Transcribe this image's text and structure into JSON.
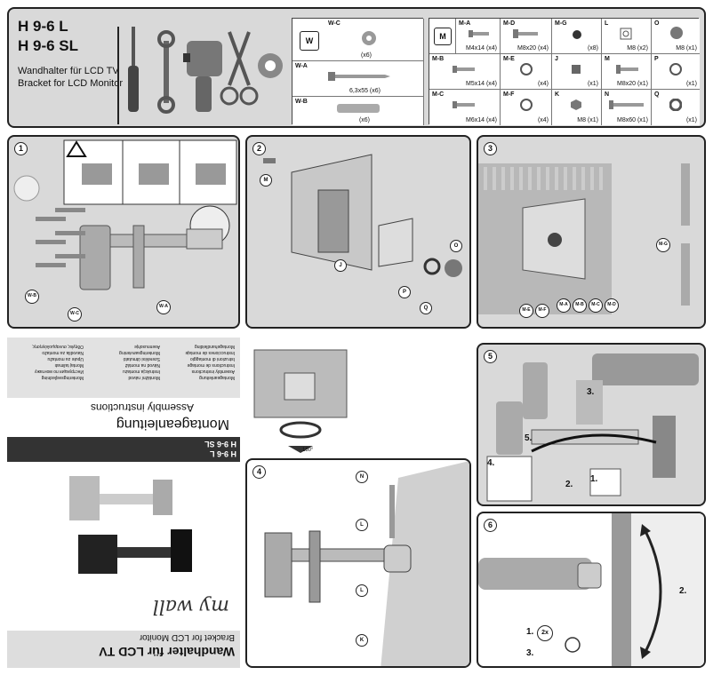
{
  "header": {
    "model_line1": "H 9-6 L",
    "model_line2": "H 9-6 SL",
    "desc_de": "Wandhalter für LCD TV",
    "desc_en": "Bracket for LCD Monitor"
  },
  "parts": {
    "wc": {
      "id": "W-C",
      "badge": "W",
      "qty": "(x6)"
    },
    "wa": {
      "id": "W-A",
      "size": "6,3x55 (x6)"
    },
    "wb": {
      "id": "W-B",
      "qty": "(x6)"
    },
    "m_bag": "M",
    "ma": {
      "id": "M-A",
      "qty": "M4x14 (x4)"
    },
    "md": {
      "id": "M-D",
      "qty": "M8x20 (x4)"
    },
    "mg": {
      "id": "M-G",
      "qty": "(x8)"
    },
    "l": {
      "id": "L",
      "qty": "M8 (x2)"
    },
    "o": {
      "id": "O",
      "qty": "M8 (x1)"
    },
    "mb": {
      "id": "M-B",
      "qty": "M5x14 (x4)"
    },
    "me": {
      "id": "M-E",
      "qty": "(x4)"
    },
    "j": {
      "id": "J",
      "qty": "(x1)"
    },
    "m": {
      "id": "M",
      "qty": "M8x20 (x1)"
    },
    "p": {
      "id": "P",
      "qty": "(x1)"
    },
    "mc": {
      "id": "M-C",
      "qty": "M6x14 (x4)"
    },
    "mf": {
      "id": "M-F",
      "qty": "(x4)"
    },
    "k": {
      "id": "K",
      "qty": "M8 (x1)"
    },
    "n": {
      "id": "N",
      "qty": "M8x60 (x1)"
    },
    "q": {
      "id": "Q",
      "qty": "(x1)"
    }
  },
  "steps": {
    "s1": "1",
    "s2": "2",
    "s3": "3",
    "s4": "4",
    "s5": "5",
    "s6": "6"
  },
  "step1_labels": {
    "wb": "W-B",
    "wc": "W-C",
    "wa": "W-A"
  },
  "step2_labels": {
    "m": "M",
    "j": "J",
    "p": "P",
    "q": "Q",
    "o": "O"
  },
  "step3_labels": {
    "mg": "M-G",
    "me": "M-E",
    "mf": "M-F",
    "ma": "M-A",
    "mb": "M-B",
    "mc": "M-C",
    "md": "M-D"
  },
  "step4_labels": {
    "n": "N",
    "l1": "L",
    "l2": "L",
    "k": "K",
    "rot": "180°"
  },
  "step5_labels": {
    "s1": "1.",
    "s2": "2.",
    "s3": "3.",
    "s4": "4.",
    "s5": "5."
  },
  "step6_labels": {
    "s1": "1.",
    "s2": "2.",
    "s3": "3.",
    "x2": "2x"
  },
  "cover": {
    "title_de": "Montageanleitung",
    "title_en": "Assembly instructions",
    "lang_col1": [
      "Montageanleitung",
      "Assembly instructions",
      "Instructions de montage",
      "Istruzioni di montaggio",
      "Instrucciones de montaje",
      "Montagehandleiding"
    ],
    "lang_col2": [
      "Montážní návod",
      "Instrukcja montażu",
      "Návod na montáž",
      "Szerelési útmutató",
      "Monteringsanvisning",
      "Asennusohje"
    ],
    "lang_col3": [
      "Monteringsvejledning",
      "Инструкция по монтажу",
      "Montaj talimatı",
      "Upute za montažu",
      "Navodila za montažo",
      "Οδηγίες συναρμολόγησης"
    ],
    "models": "H 9-6 L\nH 9-6 SL",
    "logo": "my wall",
    "footer_de": "Wandhalter für LCD TV",
    "footer_en": "Bracket for LCD Monitor"
  }
}
